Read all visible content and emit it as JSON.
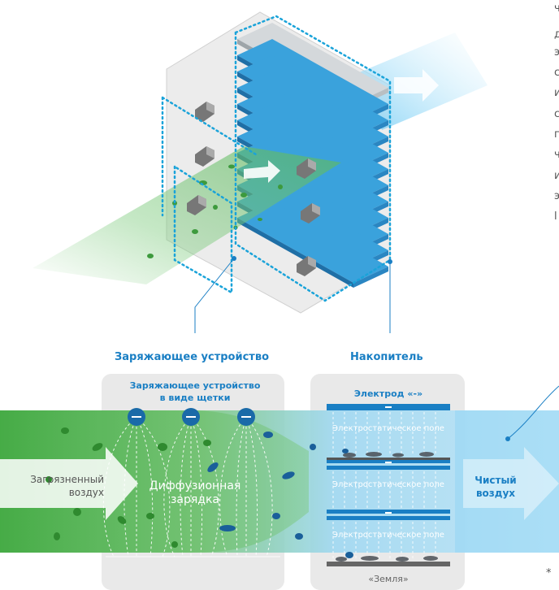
{
  "labels": {
    "charger": "Заряжающее устройство",
    "collector": "Накопитель",
    "brush_charger_line1": "Заряжающее устройство",
    "brush_charger_line2": "в виде щетки",
    "electrode": "Электрод «-»",
    "efield_1": "Электростатическое поле",
    "efield_2": "Электростатическое поле",
    "efield_3": "Электростатическое поле",
    "polluted_line1": "Загрязненный",
    "polluted_line2": "воздух",
    "diffusion_line1": "Диффузионная",
    "diffusion_line2": "зарядка",
    "clean_line1": "Чистый",
    "clean_line2": "воздух",
    "ground": "«Земля»",
    "minus_sign": "–",
    "asterisk": "*"
  },
  "side_text_fragments": [
    "ч",
    "д",
    "э",
    "с",
    "и",
    "с",
    "п",
    "ч",
    "и",
    "э",
    "l"
  ],
  "colors": {
    "accent_blue": "#1a7fc4",
    "green_flow": "#5cb85c",
    "light_blue_flow": "#9fd8f2",
    "panel_gray": "#e9e9e9"
  }
}
